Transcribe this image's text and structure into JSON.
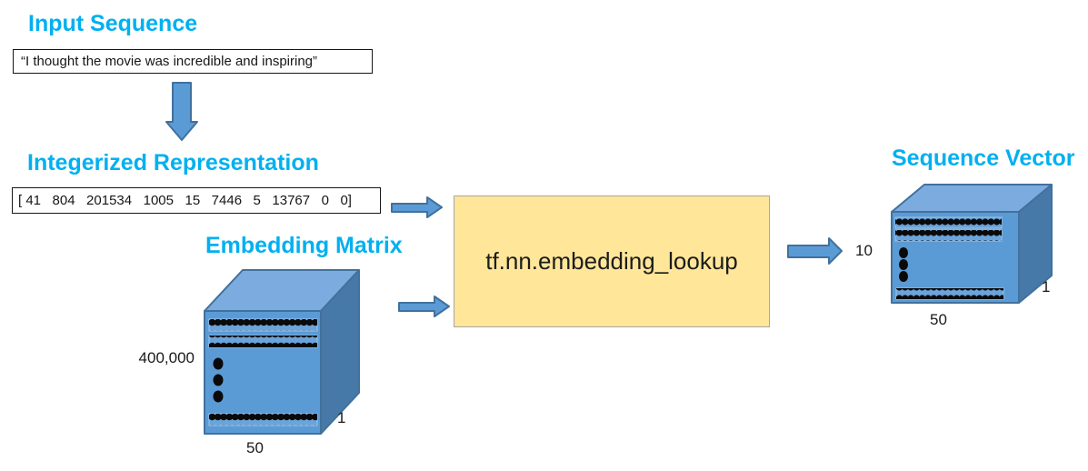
{
  "colors": {
    "heading": "#00B0F0",
    "arrow_fill": "#5B9BD5",
    "arrow_stroke": "#41719C",
    "cube_front": "#5B9BD5",
    "cube_top": "#7CACDF",
    "cube_side": "#4779A8",
    "cube_stroke": "#41719C",
    "strip_fill": "#6BA4DA",
    "strip_stroke": "#9DC3E6",
    "dot": "#0A0A0A",
    "lookup_fill": "#FFE699",
    "lookup_stroke": "#A6A6A6"
  },
  "input_sequence": {
    "title": "Input Sequence",
    "text": "“I thought the movie was incredible and inspiring”"
  },
  "integerized": {
    "title": "Integerized Representation",
    "text": "[ 41   804   201534   1005   15   7446   5   13767   0   0]"
  },
  "embedding_matrix": {
    "title": "Embedding Matrix",
    "rows_label": "400,000",
    "cols_label": "50",
    "depth_label": "1"
  },
  "lookup": {
    "label": "tf.nn.embedding_lookup"
  },
  "sequence_vector": {
    "title": "Sequence Vector",
    "rows_label": "10",
    "cols_label": "50",
    "depth_label": "1"
  }
}
